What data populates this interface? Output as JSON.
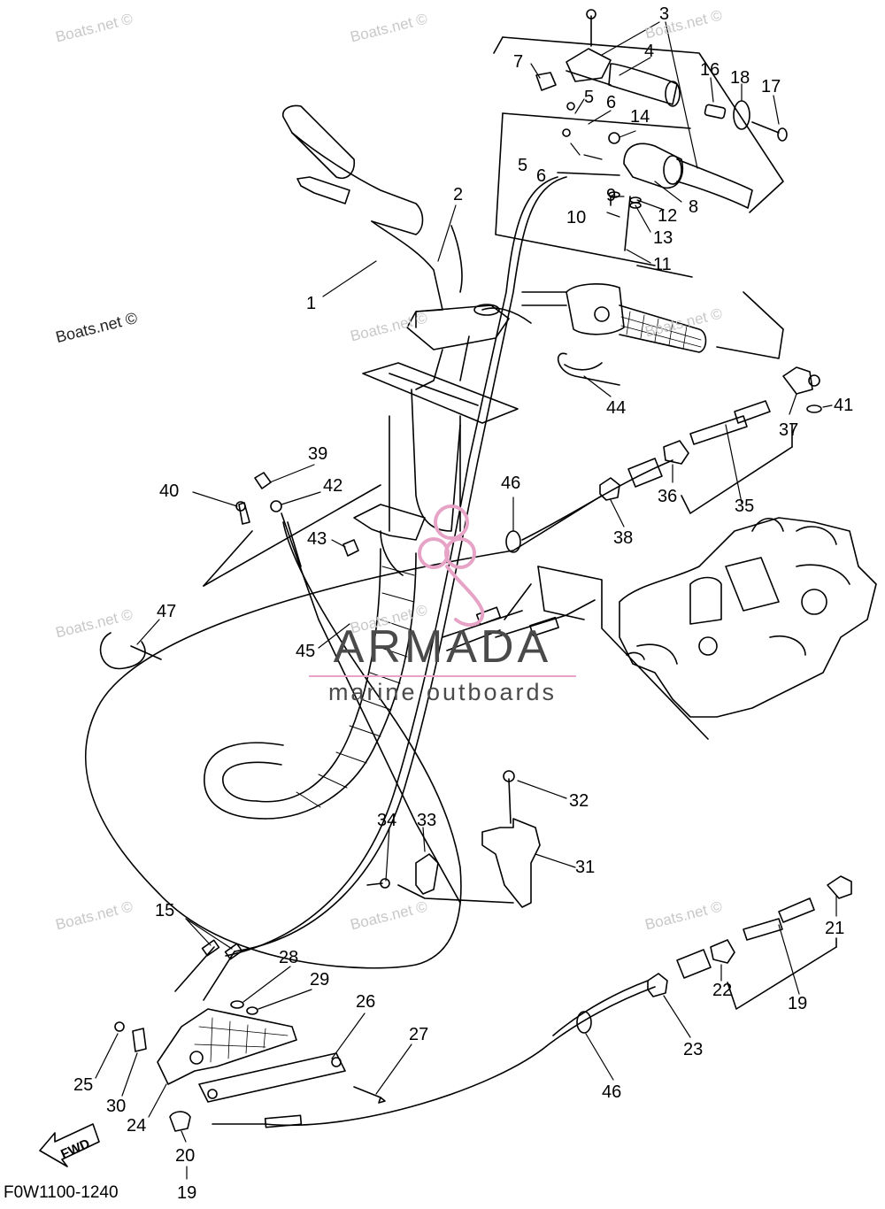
{
  "watermarks": {
    "boats": "Boats.net ©"
  },
  "brand": {
    "name": "ARMADA",
    "tagline": "marine outboards",
    "accent_color": "#e7a3c6"
  },
  "diagram_code": "F0W1100-1240",
  "fwd_label": "FWD",
  "callouts": {
    "c1": "1",
    "c2": "2",
    "c3": "3",
    "c4": "4",
    "c5a": "5",
    "c5b": "5",
    "c6a": "6",
    "c6b": "6",
    "c7": "7",
    "c8": "8",
    "c9": "9",
    "c10": "10",
    "c11": "11",
    "c12": "12",
    "c13": "13",
    "c14": "14",
    "c15": "15",
    "c16": "16",
    "c17": "17",
    "c18": "18",
    "c19a": "19",
    "c19b": "19",
    "c20": "20",
    "c21": "21",
    "c22": "22",
    "c23": "23",
    "c24": "24",
    "c25": "25",
    "c26": "26",
    "c27": "27",
    "c28": "28",
    "c29": "29",
    "c30": "30",
    "c31": "31",
    "c32": "32",
    "c33": "33",
    "c34": "34",
    "c35": "35",
    "c36": "36",
    "c37": "37",
    "c38": "38",
    "c39": "39",
    "c40": "40",
    "c41": "41",
    "c42": "42",
    "c43": "43",
    "c44": "44",
    "c45": "45",
    "c46a": "46",
    "c46b": "46",
    "c47": "47"
  }
}
